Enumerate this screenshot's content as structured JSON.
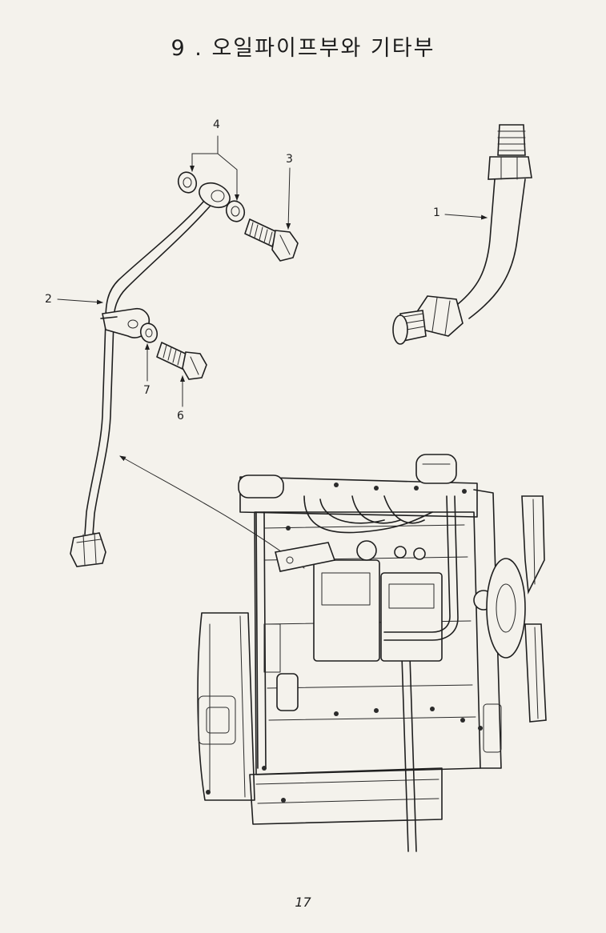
{
  "title": "9 .  오일파이프부와 기타부",
  "callouts": {
    "c1": "1",
    "c2": "2",
    "c3": "3",
    "c4": "4",
    "c6": "6",
    "c7": "7"
  },
  "page_number": "17"
}
